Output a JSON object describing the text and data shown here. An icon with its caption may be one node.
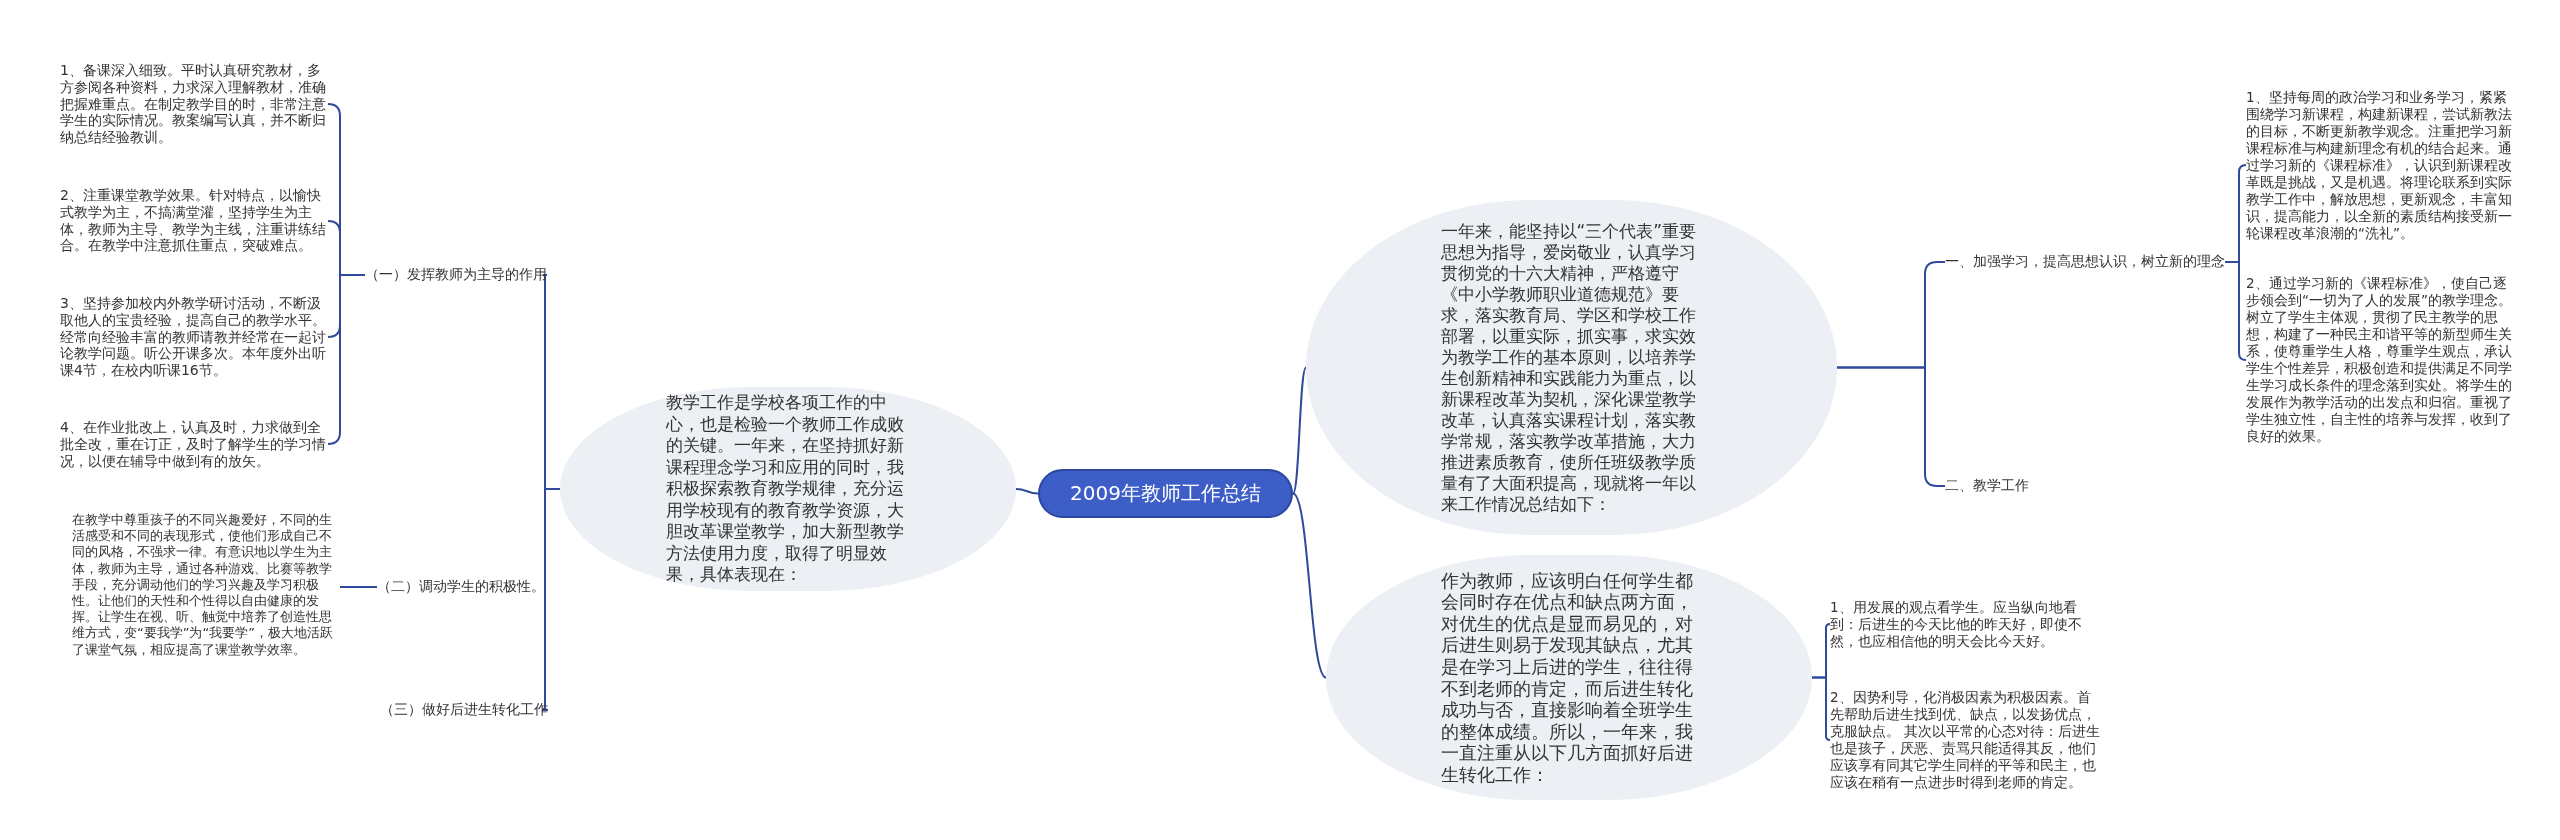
{
  "diagram": {
    "nodes": [
      {
        "text": [
          "2009年教师工作总结"
        ]
      },
      {
        "text": [
          "一年来，能坚持以“三个代表”重要思想为指导，爱岗敬业，认真学习贯彻党的十六大精神，严格遵守《中小学教师职业道德规范》要求，落实教育局、学区和学校工作部署，以重实际，抓实事，求实效为教学工作的基本原则，以培养学生创新精神和实践能力为重点，以新课程改革为契机，深化课堂教学改革，认真落实课程计划，落实教学常规，落实教学改革措施，大力推进素质教育，使所任班级教学质量有了大面积提高，现就将一年以来工作情况总结如下："
        ]
      },
      {
        "text": [
          "一、加强学习，提高思想认识，树立新的理念"
        ]
      },
      {
        "text": [
          "1、坚持每周的政治学习和业务学习，紧紧围绕学习新课程，构建新课程，尝试新教法的目标，不断更新教学观念。注重把学习新课程标准与构建新理念有机的结合起来。通过学习新的《课程标准》，认识到新课程改革既是挑战，又是机遇。将理论联系到实际教学工作中，解放思想，更新观念，丰富知识，提高能力，以全新的素质结构接受新一轮课程改革浪潮的“洗礼”。"
        ]
      },
      {
        "text": [
          "2、通过学习新的《课程标准》，使自己逐步领会到“一切为了人的发展”的教学理念。树立了学生主体观，贯彻了民主教学的思想，构建了一种民主和谐平等的新型师生关系，使尊重学生人格，尊重学生观点，承认学生个性差异，积极创造和提供满足不同学生学习成长条件的理念落到实处。将学生的发展作为教学活动的出发点和归宿。重视了学生独立性，自主性的培养与发挥，收到了良好的效果。"
        ]
      },
      {
        "text": [
          "二、教学工作"
        ]
      },
      {
        "text": [
          "作为教师，应该明白任何学生都会同时存在优点和缺点两方面，对优生的优点是显而易见的，对后进生则易于发现其缺点，尤其是在学习上后进的学生，往往得不到老师的肯定，而后进生转化成功与否，直接影响着全班学生的整体成绩。所以，一年来，我一直注重从以下几方面抓好后进生转化工作："
        ]
      },
      {
        "text": [
          "1、用发展的观点看学生。应当纵向地看到：后进生的今天比他的昨天好，即使不然，也应相信他的明天会比今天好。"
        ]
      },
      {
        "text": [
          "2、因势利导，化消极因素为积极因素。首先帮助后进生找到优、缺点，以发扬优点，克服缺点。 其次以平常的心态对待：后进生也是孩子，厌恶、责骂只能适得其反，他们应该享有同其它学生同样的平等和民主，也应该在稍有一点进步时得到老师的肯定。"
        ]
      },
      {
        "text": [
          "教学工作是学校各项工作的中心，也是检验一个教师工作成败的关键。一年来，在坚持抓好新课程理念学习和应用的同时，我积极探索教育教学规律，充分运用学校现有的教育教学资源，大胆改革课堂教学，加大新型教学方法使用力度，取得了明显效果，具体表现在："
        ]
      },
      {
        "text": [
          "（一）发挥教师为主导的作用"
        ]
      },
      {
        "text": [
          "1、备课深入细致。平时认真研究教材，多方参阅各种资料，力求深入理解教材，准确把握难重点。在制定教学目的时，非常注意学生的实际情况。教案编写认真，并不断归纳总结经验教训。"
        ]
      },
      {
        "text": [
          "2、注重课堂教学效果。针对特点，以愉快式教学为主，不搞满堂灌，坚持学生为主体，教师为主导、教学为主线，注重讲练结合。在教学中注意抓住重点，突破难点。"
        ]
      },
      {
        "text": [
          "3、坚持参加校内外教学研讨活动，不断汲取他人的宝贵经验，提高自己的教学水平。经常向经验丰富的教师请教并经常在一起讨论教学问题。听公开课多次。本年度外出听课4节，在校内听课16节。"
        ]
      },
      {
        "text": [
          "4、在作业批改上，认真及时，力求做到全批全改，重在订正，及时了解学生的学习情况，以便在辅导中做到有的放矢。"
        ]
      },
      {
        "text": [
          "（二）调动学生的积极性。"
        ]
      },
      {
        "text": [
          "在教学中尊重孩子的不同兴趣爱好，不同的生活感受和不同的表现形式，使他们形成自己不同的风格，不强求一律。有意识地以学生为主体，教师为主导，通过各种游戏、比赛等教学手段，充分调动他们的学习兴趣及学习积极性。让他们的天性和个性得以自由健康的发挥。让学生在视、听、触觉中培养了创造性思维方式，变“要我学”为“我要学”，极大地活跃了课堂气氛，相应提高了课堂教学效率。"
        ]
      },
      {
        "text": [
          "（三）做好后进生转化工作"
        ]
      }
    ],
    "edges": [
      {
        "from": 0,
        "to": 1,
        "arrow": "none"
      },
      {
        "from": 0,
        "to": 6,
        "arrow": "none"
      },
      {
        "from": 0,
        "to": 9,
        "arrow": "none"
      },
      {
        "from": 1,
        "to": 2,
        "arrow": "none"
      },
      {
        "from": 1,
        "to": 5,
        "arrow": "none"
      },
      {
        "from": 2,
        "to": 3,
        "arrow": "none"
      },
      {
        "from": 2,
        "to": 4,
        "arrow": "none"
      },
      {
        "from": 6,
        "to": 7,
        "arrow": "none"
      },
      {
        "from": 6,
        "to": 8,
        "arrow": "none"
      },
      {
        "from": 9,
        "to": 10,
        "arrow": "none"
      },
      {
        "from": 9,
        "to": 15,
        "arrow": "none"
      },
      {
        "from": 9,
        "to": 17,
        "arrow": "none"
      },
      {
        "from": 10,
        "to": 11,
        "arrow": "none"
      },
      {
        "from": 10,
        "to": 12,
        "arrow": "none"
      },
      {
        "from": 10,
        "to": 13,
        "arrow": "none"
      },
      {
        "from": 10,
        "to": 14,
        "arrow": "none"
      },
      {
        "from": 15,
        "to": 16,
        "arrow": "none"
      }
    ]
  }
}
